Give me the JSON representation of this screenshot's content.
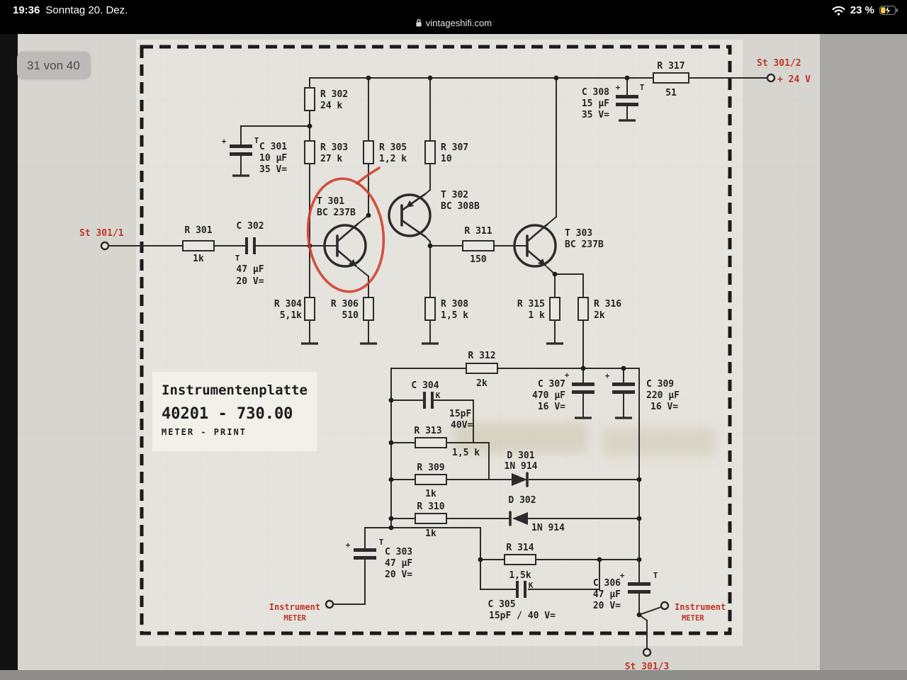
{
  "status_bar": {
    "time": "19:36",
    "date": "Sonntag 20. Dez.",
    "url": "vintageshifi.com",
    "battery_percent": "23 %"
  },
  "page_indicator": "31 von 40",
  "colors": {
    "annotation_red": "#d13b2a",
    "label_red": "#bf3526",
    "ink": "#2b2b2b",
    "paper": "#d7d5cf"
  },
  "schematic": {
    "title_block": {
      "line1": "Instrumentenplatte",
      "line2": "40201 - 730.00",
      "line3": "METER - PRINT"
    },
    "connectors": {
      "st1": "St 301/1",
      "st2": "St 301/2",
      "st2_voltage": "+ 24 V",
      "st3": "St 301/3",
      "instrument_left": "Instrument",
      "meter_left": "METER",
      "instrument_right": "Instrument",
      "meter_right": "METER"
    },
    "marks": {
      "plus": "+",
      "t": "T",
      "k": "K"
    },
    "components": {
      "r301": {
        "ref": "R 301",
        "val": "1k"
      },
      "r302": {
        "ref": "R 302",
        "val": "24 k"
      },
      "r303": {
        "ref": "R 303",
        "val": "27 k"
      },
      "r304": {
        "ref": "R 304",
        "val": "5,1k"
      },
      "r305": {
        "ref": "R 305",
        "val": "1,2 k"
      },
      "r306": {
        "ref": "R 306",
        "val": "510"
      },
      "r307": {
        "ref": "R 307",
        "val": "10"
      },
      "r308": {
        "ref": "R 308",
        "val": "1,5 k"
      },
      "r309": {
        "ref": "R 309",
        "val": "1k"
      },
      "r310": {
        "ref": "R 310",
        "val": "1k"
      },
      "r311": {
        "ref": "R 311",
        "val": "150"
      },
      "r312": {
        "ref": "R 312",
        "val": "2k"
      },
      "r313": {
        "ref": "R 313",
        "val": "1,5 k"
      },
      "r314": {
        "ref": "R 314",
        "val": "1,5k"
      },
      "r315": {
        "ref": "R 315",
        "val": "1 k"
      },
      "r316": {
        "ref": "R 316",
        "val": "2k"
      },
      "r317": {
        "ref": "R 317",
        "val": "51"
      },
      "c301": {
        "ref": "C 301",
        "val": "10 µF",
        "volt": "35 V="
      },
      "c302": {
        "ref": "C 302",
        "val": "47 µF",
        "volt": "20 V="
      },
      "c303": {
        "ref": "C 303",
        "val": "47 µF",
        "volt": "20 V="
      },
      "c304": {
        "ref": "C 304",
        "val": "15pF",
        "volt": "40V="
      },
      "c305": {
        "ref": "C 305",
        "val": "15pF / 40 V="
      },
      "c306": {
        "ref": "C 306",
        "val": "47 µF",
        "volt": "20 V="
      },
      "c307": {
        "ref": "C 307",
        "val": "470 µF",
        "volt": "16 V="
      },
      "c308": {
        "ref": "C 308",
        "val": "15 µF",
        "volt": "35 V="
      },
      "c309": {
        "ref": "C 309",
        "val": "220 µF",
        "volt": "16 V="
      },
      "t301": {
        "ref": "T 301",
        "val": "BC 237B"
      },
      "t302": {
        "ref": "T 302",
        "val": "BC 308B"
      },
      "t303": {
        "ref": "T 303",
        "val": "BC 237B"
      },
      "d301": {
        "ref": "D 301",
        "val": "1N 914"
      },
      "d302": {
        "ref": "D 302",
        "val": "1N 914"
      }
    }
  }
}
